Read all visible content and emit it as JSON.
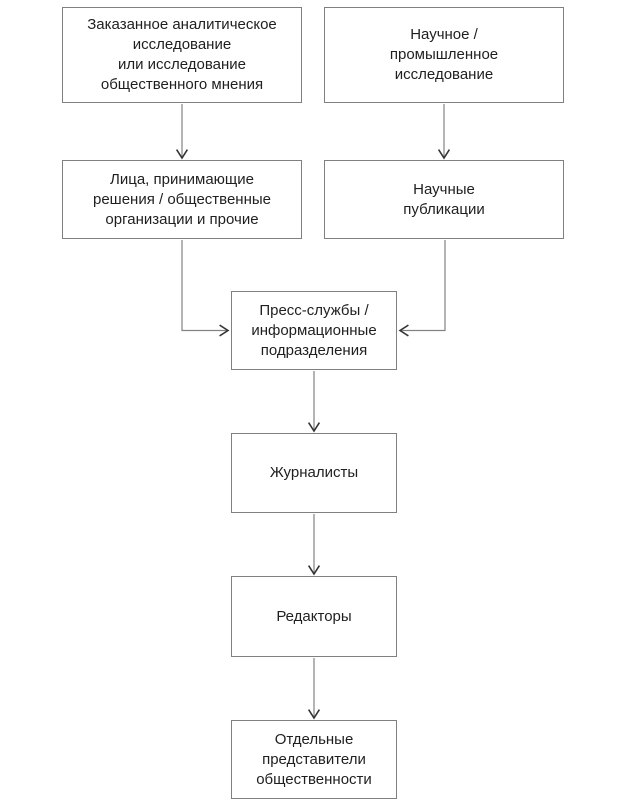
{
  "palette": {
    "box_border": "#808080",
    "arrow_line": "#828282",
    "arrow_head": "#333333",
    "text": "#1f1f1f",
    "box_fill": "#ffffff",
    "page_bg": "#ffffff"
  },
  "diagram": {
    "type": "flowchart",
    "nodes": [
      {
        "id": "commissioned-research",
        "label": "Заказанное аналитическое\nисследование\nили исследование\nобщественного мнения"
      },
      {
        "id": "scientific-industrial-research",
        "label": "Научное /\nпромышленное\nисследование"
      },
      {
        "id": "decision-makers",
        "label": "Лица, принимающие\nрешения / общественные\nорганизации и прочие"
      },
      {
        "id": "scientific-publications",
        "label": "Научные\nпубликации"
      },
      {
        "id": "press-services",
        "label": "Пресс-службы /\nинформационные\nподразделения"
      },
      {
        "id": "journalists",
        "label": "Журналисты"
      },
      {
        "id": "editors",
        "label": "Редакторы"
      },
      {
        "id": "public-representatives",
        "label": "Отдельные\nпредставители\nобщественности"
      }
    ],
    "edges": [
      {
        "from": "commissioned-research",
        "to": "decision-makers"
      },
      {
        "from": "scientific-industrial-research",
        "to": "scientific-publications"
      },
      {
        "from": "decision-makers",
        "to": "press-services"
      },
      {
        "from": "scientific-publications",
        "to": "press-services"
      },
      {
        "from": "press-services",
        "to": "journalists"
      },
      {
        "from": "journalists",
        "to": "editors"
      },
      {
        "from": "editors",
        "to": "public-representatives"
      }
    ]
  }
}
